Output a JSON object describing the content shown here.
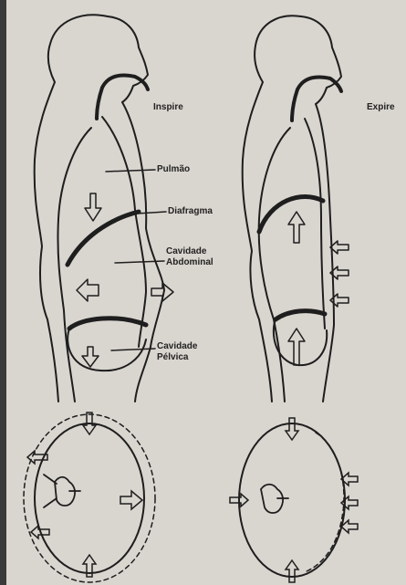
{
  "labels": {
    "inspire": "Inspire",
    "expire": "Expire",
    "pulmao": "Pulmão",
    "diafragma": "Diafragma",
    "cavidade_abdominal_1": "Cavidade",
    "cavidade_abdominal_2": "Abdominal",
    "cavidade_pelvica_1": "Cavidade",
    "cavidade_pelvica_2": "Pélvica"
  },
  "colors": {
    "background": "#d9d5cf",
    "ink": "#1e1e1e",
    "left_margin": "#3a3a3a"
  }
}
